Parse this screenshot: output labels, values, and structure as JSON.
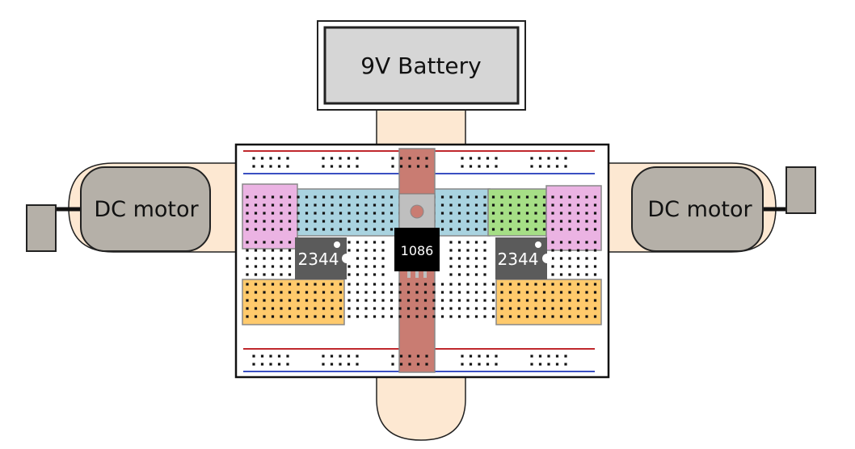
{
  "battery": {
    "label": "9V Battery"
  },
  "motors": [
    {
      "id": "left",
      "label": "DC motor"
    },
    {
      "id": "right",
      "label": "DC motor"
    }
  ],
  "chips": [
    {
      "id": "driver-left",
      "label": "2344"
    },
    {
      "id": "regulator",
      "label": "1086"
    },
    {
      "id": "driver-right",
      "label": "2344"
    }
  ],
  "colors": {
    "wire_fill": "#fde8d2",
    "motor_body": "#b5b0a8",
    "battery_fill": "#d6d6d6",
    "breadboard": "#ffffff",
    "rail_red": "#c0282d",
    "rail_blue": "#3a4fc2",
    "highlight_red": "#c97c72",
    "highlight_blue": "#a9d3e0",
    "highlight_green": "#a6df86",
    "highlight_pink": "#ebb3e3",
    "highlight_orange": "#ffca6c",
    "chip_dark": "#5b5b5b",
    "chip_black": "#000000"
  }
}
